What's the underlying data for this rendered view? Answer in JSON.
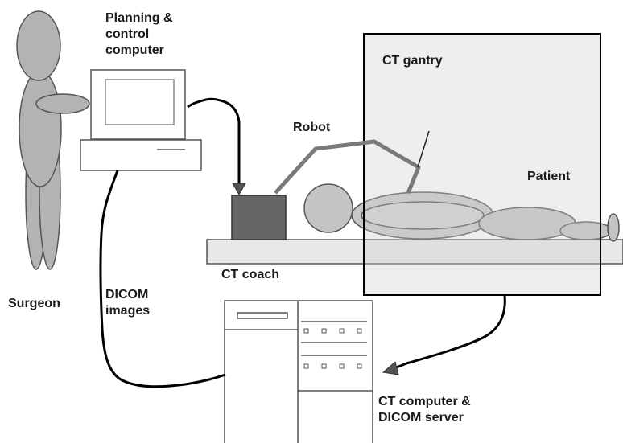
{
  "labels": {
    "planning": [
      "Planning &",
      "control",
      "computer"
    ],
    "ct_gantry": "CT gantry",
    "robot": "Robot",
    "patient": "Patient",
    "ct_coach": "CT coach",
    "surgeon": "Surgeon",
    "dicom_images": [
      "DICOM",
      "images"
    ],
    "ct_computer": [
      "CT computer &",
      "DICOM server"
    ]
  },
  "colors": {
    "surgeon_fill": "#b3b3b3",
    "robot_base": "#666666",
    "robot_arm": "#7a7a7a",
    "patient_fill": "#c4c4c4",
    "table_fill": "#e8e8e8",
    "cable": "#000000",
    "gantry_overlay": "rgba(205,205,205,0.35)"
  }
}
